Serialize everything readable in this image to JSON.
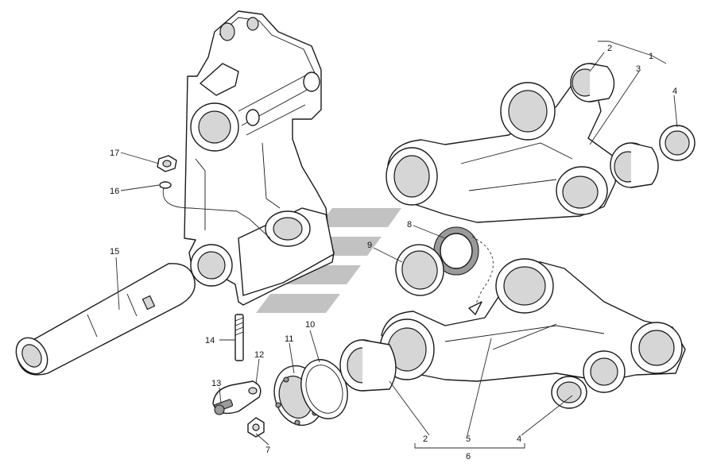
{
  "callouts": [
    "1",
    "2",
    "3",
    "4",
    "5",
    "6",
    "7",
    "8",
    "9",
    "10",
    "11",
    "12",
    "13",
    "14",
    "15",
    "16",
    "17",
    "2",
    "4"
  ],
  "colors": {
    "line": "#1a1a1a",
    "shade": "#d6d6d6",
    "watermark": "#8f8f8f",
    "background": "#ffffff"
  }
}
